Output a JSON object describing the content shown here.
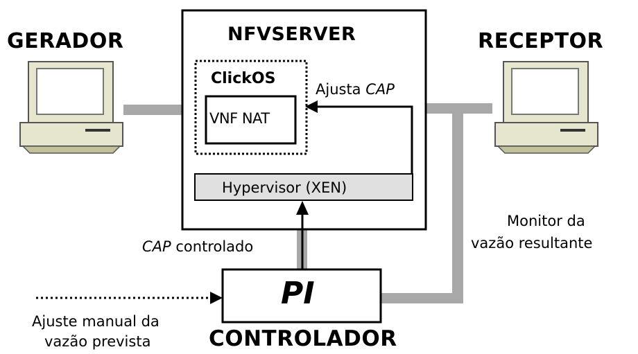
{
  "nodes": {
    "generator": "GERADOR",
    "receiver": "RECEPTOR",
    "server": "NFVSERVER",
    "guest_os": "ClickOS",
    "vnf": "VNF NAT",
    "hypervisor": "Hypervisor (XEN)",
    "controller_symbol": "PI",
    "controller": "CONTROLADOR"
  },
  "edges": {
    "adjust_cap": {
      "verb": "Ajusta",
      "term": "CAP"
    },
    "controlled_cap": {
      "term": "CAP",
      "suffix": "controlado"
    },
    "monitor": {
      "line1": "Monitor da",
      "line2": "vazão resultante"
    },
    "manual_adjust": {
      "line1": "Ajuste manual da",
      "line2": "vazão prevista"
    }
  },
  "colors": {
    "link": "#a8a8a8",
    "hypervisor_fill": "#e0e0e0",
    "computer_body": "#e6e6cf",
    "computer_shade": "#c2c29a",
    "screen": "#ffffff"
  }
}
